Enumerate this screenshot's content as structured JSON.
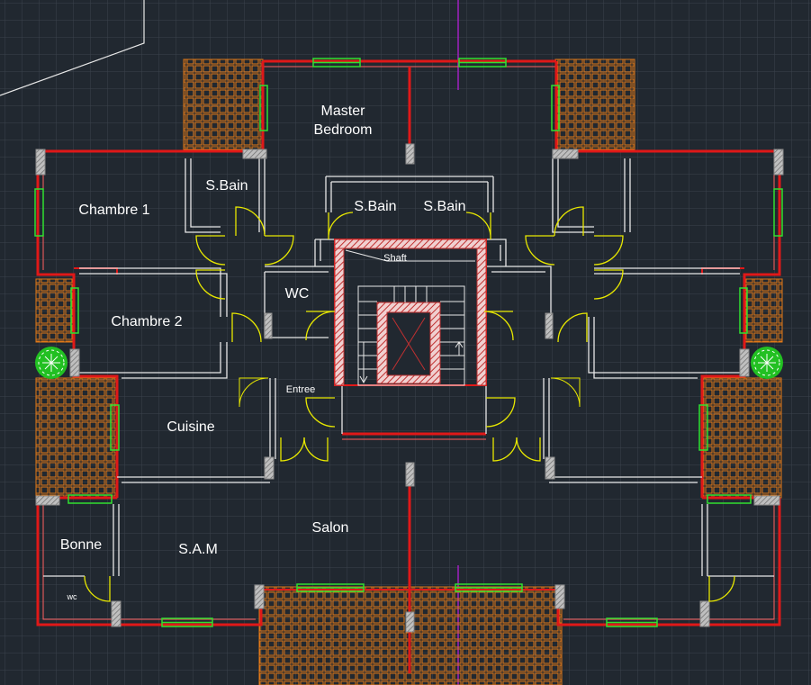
{
  "drawing": {
    "rooms": {
      "master_line1": "Master",
      "master_line2": "Bedroom",
      "sbain_left": "S.Bain",
      "sbain_center_left": "S.Bain",
      "sbain_center_right": "S.Bain",
      "chambre1": "Chambre 1",
      "chambre2": "Chambre 2",
      "wc": "WC",
      "shaft": "Shaft",
      "entree": "Entree",
      "cuisine": "Cuisine",
      "salon": "Salon",
      "bonne": "Bonne",
      "sam": "S.A.M",
      "wc_small": "wc"
    }
  },
  "colors": {
    "background": "#212830",
    "grid": "#3a424c",
    "wall": "#e01818",
    "wall_inner": "#ff6060",
    "partition": "#e8e8e8",
    "door": "#e8e800",
    "window": "#30e030",
    "terrace": "#e07818",
    "column": "#8a8a8a",
    "axis_magenta": "#a020c0",
    "tree": "#22c022"
  }
}
